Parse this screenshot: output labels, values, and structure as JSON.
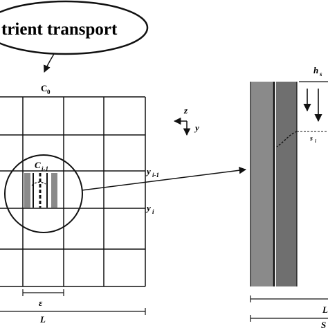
{
  "title_bubble": {
    "text": "trient transport"
  },
  "grid_labels": {
    "c0": "C",
    "c0_sub": "0",
    "c_i_minus_1": "C",
    "c_i_minus_1_sub": "i-1",
    "y_i_minus_1": "y",
    "y_i_minus_1_sub": "i-1",
    "y_i": "y",
    "y_i_sub": "i",
    "epsilon": "ε",
    "L": "L"
  },
  "axes": {
    "z": "z",
    "y": "y"
  },
  "detail_labels": {
    "h": "h",
    "h_sub": "s",
    "s": "s",
    "s_sub": "i",
    "bottom_1": "L",
    "bottom_2": "S"
  },
  "colors": {
    "line": "#111111",
    "pore_wall": "#8a8a8a",
    "pore_wall_dark": "#6f6f6f",
    "background": "#ffffff"
  }
}
